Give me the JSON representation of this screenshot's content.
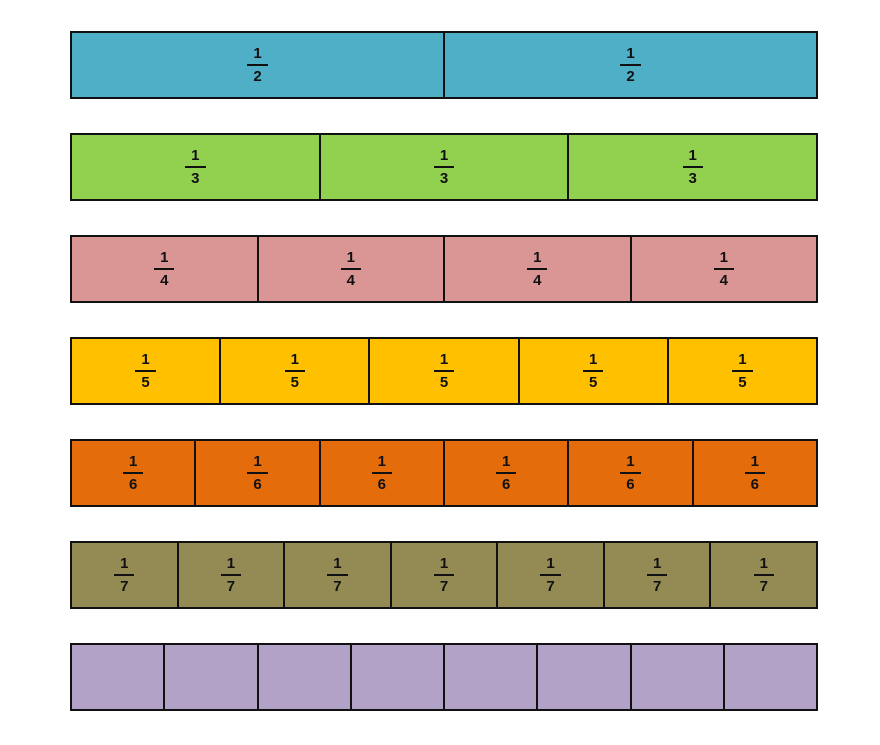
{
  "rows": [
    {
      "color": "#4fafc6",
      "cells": [
        {
          "num": "1",
          "den": "2"
        },
        {
          "num": "1",
          "den": "2"
        }
      ]
    },
    {
      "color": "#92d050",
      "cells": [
        {
          "num": "1",
          "den": "3"
        },
        {
          "num": "1",
          "den": "3"
        },
        {
          "num": "1",
          "den": "3"
        }
      ]
    },
    {
      "color": "#da9694",
      "cells": [
        {
          "num": "1",
          "den": "4"
        },
        {
          "num": "1",
          "den": "4"
        },
        {
          "num": "1",
          "den": "4"
        },
        {
          "num": "1",
          "den": "4"
        }
      ]
    },
    {
      "color": "#ffc000",
      "cells": [
        {
          "num": "1",
          "den": "5"
        },
        {
          "num": "1",
          "den": "5"
        },
        {
          "num": "1",
          "den": "5"
        },
        {
          "num": "1",
          "den": "5"
        },
        {
          "num": "1",
          "den": "5"
        }
      ]
    },
    {
      "color": "#e46c0a",
      "cells": [
        {
          "num": "1",
          "den": "6"
        },
        {
          "num": "1",
          "den": "6"
        },
        {
          "num": "1",
          "den": "6"
        },
        {
          "num": "1",
          "den": "6"
        },
        {
          "num": "1",
          "den": "6"
        },
        {
          "num": "1",
          "den": "6"
        }
      ]
    },
    {
      "color": "#948a54",
      "cells": [
        {
          "num": "1",
          "den": "7"
        },
        {
          "num": "1",
          "den": "7"
        },
        {
          "num": "1",
          "den": "7"
        },
        {
          "num": "1",
          "den": "7"
        },
        {
          "num": "1",
          "den": "7"
        },
        {
          "num": "1",
          "den": "7"
        },
        {
          "num": "1",
          "den": "7"
        }
      ]
    },
    {
      "color": "#b3a2c7",
      "cells": [
        {
          "num": "",
          "den": ""
        },
        {
          "num": "",
          "den": ""
        },
        {
          "num": "",
          "den": ""
        },
        {
          "num": "",
          "den": ""
        },
        {
          "num": "",
          "den": ""
        },
        {
          "num": "",
          "den": ""
        },
        {
          "num": "",
          "den": ""
        },
        {
          "num": "",
          "den": ""
        }
      ]
    }
  ]
}
